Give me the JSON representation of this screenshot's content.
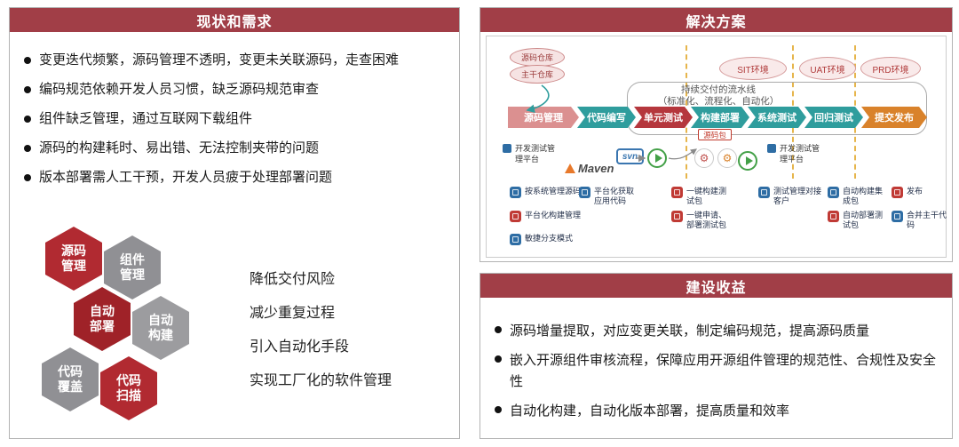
{
  "colors": {
    "header_bg": "#a13e47",
    "hex_red": "#b12a31",
    "hex_red_dark": "#9f2228",
    "hex_gray": "#909094",
    "stage_salmon": "#db9090",
    "stage_teal": "#2f9d9d",
    "stage_red": "#b5373d",
    "stage_orange": "#d9822b",
    "dashed_guide": "#e6b54c",
    "feature_icon_blue": "#2e6da4",
    "feature_icon_red": "#c03a35",
    "play_green": "#43a047"
  },
  "icons": {
    "gear": "⚙"
  },
  "left": {
    "title": "现状和需求",
    "bullets": [
      "变更迭代频繁，源码管理不透明，变更未关联源码，走查困难",
      "编码规范依赖开发人员习惯，缺乏源码规范审查",
      "组件缺乏管理，通过互联网下载组件",
      "源码的构建耗时、易出错、无法控制夹带的问题",
      "版本部署需人工干预，开发人员疲于处理部署问题"
    ],
    "hexes": [
      {
        "l1": "源码",
        "l2": "管理"
      },
      {
        "l1": "组件",
        "l2": "管理"
      },
      {
        "l1": "自动",
        "l2": "部署"
      },
      {
        "l1": "自动",
        "l2": "构建"
      },
      {
        "l1": "代码",
        "l2": "覆盖"
      },
      {
        "l1": "代码",
        "l2": "扫描"
      }
    ],
    "goals": [
      "降低交付风险",
      "减少重复过程",
      "引入自动化手段",
      "实现工厂化的软件管理"
    ]
  },
  "solution": {
    "title": "解决方案",
    "repos": [
      "源码仓库",
      "主干仓库"
    ],
    "environments": [
      "SIT环境",
      "UAT环境",
      "PRD环境"
    ],
    "pipeline_title_line1": "持续交付的流水线",
    "pipeline_title_line2": "（标准化、流程化、自动化）",
    "stages": [
      "源码管理",
      "代码编写",
      "单元测试",
      "构建部署",
      "系统测试",
      "回归测试",
      "提交发布"
    ],
    "platform_left": "开发测试管理平台",
    "platform_right": "开发测试管理平台",
    "svn_label": "svn",
    "maven_label": "Maven",
    "package_label": "源码包",
    "features": [
      "按系统管理源码",
      "平台化构建管理",
      "敏捷分支模式",
      "平台化获取应用代码",
      "一键构建测试包",
      "一键申请、部署测试包",
      "测试管理对接客户",
      "自动构建集成包",
      "自动部署测试包",
      "发布",
      "合并主干代码"
    ]
  },
  "benefits": {
    "title": "建设收益",
    "bullets": [
      "源码增量提取，对应变更关联，制定编码规范，提高源码质量",
      "嵌入开源组件审核流程，保障应用开源组件管理的规范性、合规性及安全性",
      "自动化构建，自动化版本部署，提高质量和效率"
    ]
  }
}
